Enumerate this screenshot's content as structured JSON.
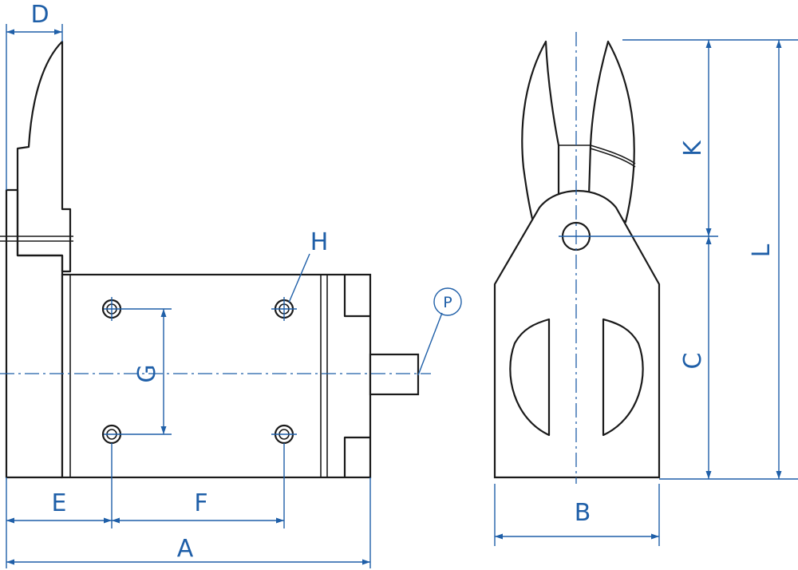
{
  "colors": {
    "outline": "#1a1a1a",
    "dimension": "#1f5fa8",
    "background": "#ffffff"
  },
  "labels": {
    "A": "A",
    "B": "B",
    "C": "C",
    "D": "D",
    "E": "E",
    "F": "F",
    "G": "G",
    "H": "H",
    "K": "K",
    "L": "L",
    "P": "P"
  }
}
